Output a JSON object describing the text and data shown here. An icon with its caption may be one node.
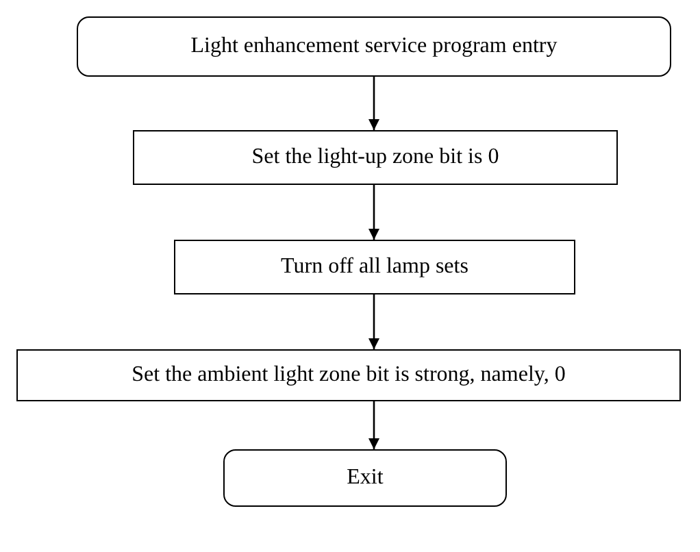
{
  "diagram": {
    "nodes": [
      {
        "text": [
          "Light enhancement service program entry"
        ]
      },
      {
        "text": [
          "Set the light-up zone bit is 0"
        ]
      },
      {
        "text": [
          "Turn off all lamp sets"
        ]
      },
      {
        "text": [
          "Set the ambient light zone bit is strong, namely, 0"
        ]
      },
      {
        "text": [
          "Exit"
        ]
      }
    ],
    "edges": [
      {
        "from": 0,
        "to": 1,
        "arrow": "to"
      },
      {
        "from": 1,
        "to": 2,
        "arrow": "to"
      },
      {
        "from": 2,
        "to": 3,
        "arrow": "to"
      },
      {
        "from": 3,
        "to": 4,
        "arrow": "to"
      }
    ]
  }
}
